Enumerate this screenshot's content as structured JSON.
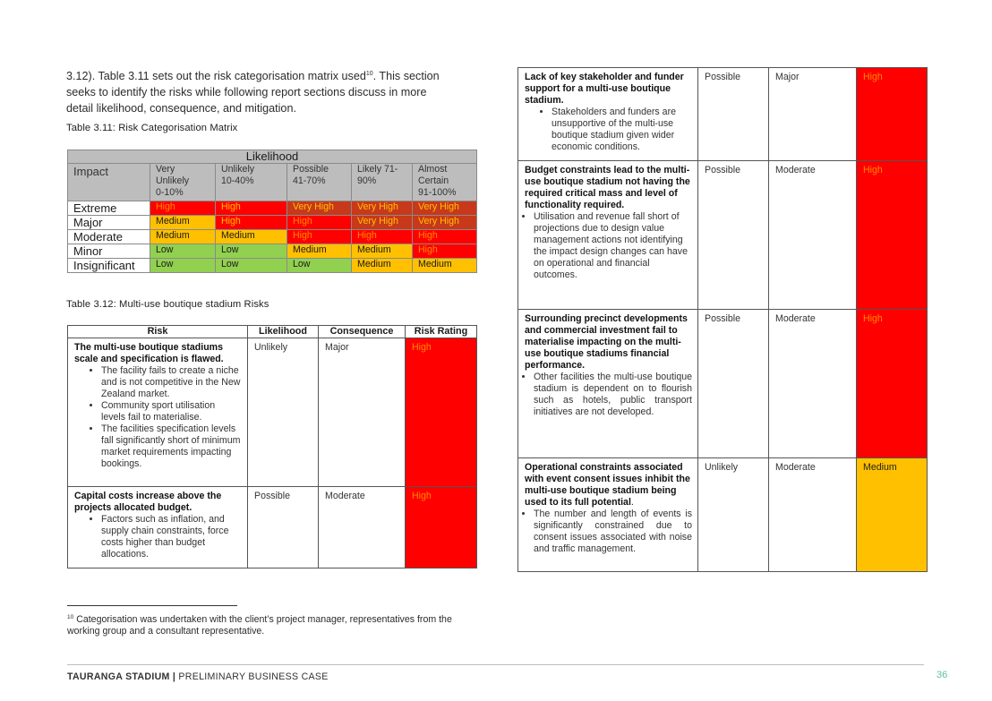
{
  "intro": {
    "line1": "3.12). Table 3.11  sets out the risk categorisation matrix used",
    "sup": "10",
    "line1b": ". This section",
    "line2": "seeks to identify the risks while following report sections discuss in more",
    "line3": "detail likelihood, consequence, and mitigation."
  },
  "captions": {
    "t311": "Table 3.11: Risk Categorisation Matrix",
    "t312": "Table 3.12: Multi-use boutique stadium Risks"
  },
  "matrix": {
    "likelihood_label": "Likelihood",
    "impact_label": "Impact",
    "columns": [
      [
        "Very",
        "Unlikely",
        "0-10%"
      ],
      [
        "Unlikely",
        "10-40%"
      ],
      [
        "Possible",
        "41-70%"
      ],
      [
        "Likely 71-",
        "90%"
      ],
      [
        "Almost",
        "Certain",
        "91-100%"
      ]
    ],
    "rows": [
      {
        "label": "Extreme",
        "cells": [
          "High",
          "High",
          "Very High",
          "Very High",
          "Very High"
        ]
      },
      {
        "label": "Major",
        "cells": [
          "Medium",
          "High",
          "High",
          "Very High",
          "Very High"
        ]
      },
      {
        "label": "Moderate",
        "cells": [
          "Medium",
          "Medium",
          "High",
          "High",
          "High"
        ]
      },
      {
        "label": "Minor",
        "cells": [
          "Low",
          "Low",
          "Medium",
          "Medium",
          "High"
        ]
      },
      {
        "label": "Insignificant",
        "cells": [
          "Low",
          "Low",
          "Low",
          "Medium",
          "Medium"
        ]
      }
    ],
    "colors": {
      "very_high": "#c8381a",
      "high": "#ff0000",
      "medium": "#ffc000",
      "low": "#92d050",
      "header": "#bdbdbd"
    }
  },
  "risk_headers": [
    "Risk",
    "Likelihood",
    "Consequence",
    "Risk Rating"
  ],
  "risks_left": [
    {
      "title": "The multi-use boutique stadiums scale and specification is flawed.",
      "bullets": [
        "The facility fails to create a niche and is not competitive in the New Zealand market.",
        "Community sport utilisation levels fail to materialise.",
        "The facilities specification levels fall significantly short of minimum market requirements impacting bookings."
      ],
      "likelihood": "Unlikely",
      "consequence": "Major",
      "rating": "High"
    },
    {
      "title": "Capital costs increase above the projects allocated budget.",
      "bullets": [
        "Factors such as inflation, and supply chain constraints, force costs higher than budget allocations."
      ],
      "likelihood": "Possible",
      "consequence": "Moderate",
      "rating": "High"
    }
  ],
  "risks_right": [
    {
      "title": "Lack of key stakeholder and funder support for a multi-use boutique stadium.",
      "bullets": [
        "Stakeholders and funders are unsupportive of the multi-use boutique stadium given wider economic conditions."
      ],
      "likelihood": "Possible",
      "consequence": "Major",
      "rating": "High"
    },
    {
      "title": "Budget constraints lead to the multi-use boutique stadium not having the required critical mass and level of functionality required.",
      "bullets": [
        "Utilisation and revenue fall short of projections due to design value management actions not identifying the impact design changes can have on operational and financial outcomes."
      ],
      "likelihood": "Possible",
      "consequence": "Moderate",
      "rating": "High"
    },
    {
      "title": "Surrounding precinct developments and commercial investment fail to materialise impacting on the multi-use boutique stadiums financial performance.",
      "bullets": [
        "Other facilities the multi-use boutique stadium is dependent on to flourish such as hotels, public transport initiatives are not developed."
      ],
      "likelihood": "Possible",
      "consequence": "Moderate",
      "rating": "High"
    },
    {
      "title": "Operational constraints associated with event consent issues inhibit the multi-use boutique stadium being used to its full potential",
      "title_suffix": ".",
      "bullets": [
        "The number and length of events is significantly constrained due to consent issues associated with noise and traffic management."
      ],
      "likelihood": "Unlikely",
      "consequence": "Moderate",
      "rating": "Medium"
    }
  ],
  "footnote": {
    "num": "10",
    "text": "Categorisation was undertaken with the client’s project manager, representatives from the working group and a consultant representative."
  },
  "footer": {
    "title_bold": "TAURANGA STADIUM |",
    "title_rest": " PRELIMINARY BUSINESS CASE",
    "page": "36"
  }
}
